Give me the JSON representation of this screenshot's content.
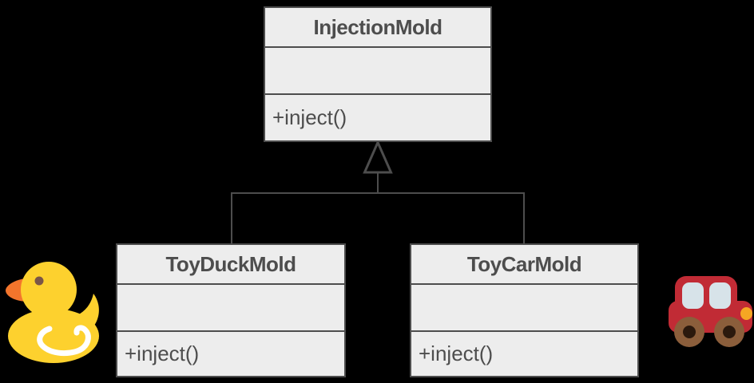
{
  "diagram": {
    "type": "uml-class-diagram",
    "relationship": "inheritance",
    "classes": [
      {
        "name": "InjectionMold",
        "attributes_text": "",
        "methods_text": "+inject()"
      },
      {
        "name": "ToyDuckMold",
        "attributes_text": "",
        "methods_text": "+inject()"
      },
      {
        "name": "ToyCarMold",
        "attributes_text": "",
        "methods_text": "+inject()"
      }
    ]
  },
  "icons": {
    "duck": {
      "label": "rubber-duck",
      "body_color": "#FDD12E",
      "beak_color": "#F3752C",
      "eye_color": "#7A5548",
      "wing_color": "#FFFFFF"
    },
    "car": {
      "label": "toy-car",
      "body_color": "#C12B35",
      "window_color": "#D7E3E9",
      "wheel_color": "#8B5E3B",
      "hub_color": "#2B190D",
      "headlight_color": "#F6A623"
    }
  },
  "colors": {
    "background": "#000000",
    "box_fill": "#EDEDED",
    "box_border": "#4D4D4D",
    "text": "#4D4D4D",
    "connector": "#4D4D4D"
  }
}
